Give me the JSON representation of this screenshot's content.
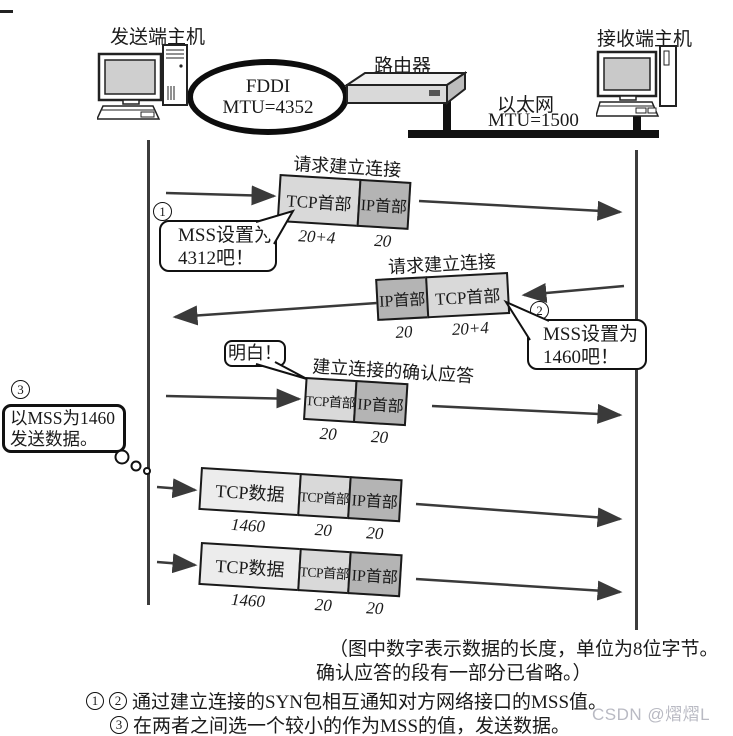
{
  "topology": {
    "sender_label": "发送端主机",
    "receiver_label": "接收端主机",
    "router_label": "路由器",
    "fddi_name": "FDDI",
    "fddi_mtu": "MTU=4352",
    "ethernet_name": "以太网",
    "ethernet_mtu": "MTU=1500"
  },
  "messages": {
    "msg1": {
      "title": "请求建立连接",
      "tcp_header": "TCP首部",
      "tcp_size": "20+4",
      "ip_header": "IP首部",
      "ip_size": "20",
      "step_number": "1",
      "bubble_line1": "MSS设置为",
      "bubble_line2": "4312吧！"
    },
    "msg2": {
      "title": "请求建立连接",
      "ip_header": "IP首部",
      "ip_size": "20",
      "tcp_header": "TCP首部",
      "tcp_size": "20+4",
      "step_number": "2",
      "bubble_line1": "MSS设置为",
      "bubble_line2": "1460吧！"
    },
    "msg3": {
      "title": "建立连接的确认应答",
      "ack_bubble": "明白！",
      "tcp_header": "TCP首部",
      "tcp_size": "20",
      "ip_header": "IP首部",
      "ip_size": "20"
    },
    "step3": {
      "step_number": "3",
      "thought_line1": "以MSS为1460",
      "thought_line2": "发送数据。"
    },
    "data1": {
      "payload": "TCP数据",
      "payload_size": "1460",
      "tcp_header": "TCP首部",
      "tcp_size": "20",
      "ip_header": "IP首部",
      "ip_size": "20"
    },
    "data2": {
      "payload": "TCP数据",
      "payload_size": "1460",
      "tcp_header": "TCP首部",
      "tcp_size": "20",
      "ip_header": "IP首部",
      "ip_size": "20"
    }
  },
  "footnote": {
    "line1": "（图中数字表示数据的长度，单位为8位字节。",
    "line2": "确认应答的段有一部分已省略。）"
  },
  "legend": {
    "item1_step_a": "1",
    "item1_step_b": "2",
    "item1_text": "通过建立连接的SYN包相互通知对方网络接口的MSS值。",
    "item2_step": "3",
    "item2_text": "在两者之间选一个较小的作为MSS的值，发送数据。"
  },
  "watermark": "CSDN @熠熠L",
  "colors": {
    "tcp_header_fill": "#d9d9d9",
    "ip_header_fill": "#b4b4b4",
    "payload_fill": "#ececec",
    "arrow_color": "#3a3a3a",
    "watermark_color": "#b9bac3"
  }
}
